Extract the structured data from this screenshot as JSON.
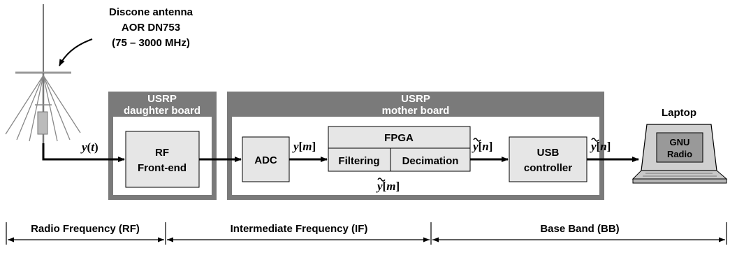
{
  "antenna": {
    "name": "Discone antenna",
    "model": "AOR DN753",
    "range": "(75 – 3000 MHz)"
  },
  "daughter_board": {
    "title_line1": "USRP",
    "title_line2": "daughter board"
  },
  "mother_board": {
    "title_line1": "USRP",
    "title_line2": "mother board"
  },
  "blocks": {
    "rf_frontend": {
      "line1": "RF",
      "line2": "Front-end"
    },
    "adc": {
      "label": "ADC"
    },
    "fpga": {
      "title": "FPGA",
      "filtering": "Filtering",
      "decimation": "Decimation"
    },
    "usb": {
      "line1": "USB",
      "line2": "controller"
    }
  },
  "laptop": {
    "label": "Laptop",
    "screen_line1": "GNU",
    "screen_line2": "Radio"
  },
  "signals": {
    "y_t": {
      "var": "y",
      "arg": "t"
    },
    "y_m": {
      "var": "y",
      "arg": "m"
    },
    "y_tilde_m": {
      "var": "y",
      "arg": "m"
    },
    "y_tilde_n_1": {
      "var": "y",
      "arg": "n"
    },
    "y_tilde_n_2": {
      "var": "y",
      "arg": "n"
    }
  },
  "bands": {
    "rf": "Radio Frequency (RF)",
    "if": "Intermediate Frequency (IF)",
    "bb": "Base Band (BB)"
  },
  "colors": {
    "board_fill": "#7a7a7a",
    "block_fill": "#e6e6e6",
    "stroke": "#000000"
  }
}
